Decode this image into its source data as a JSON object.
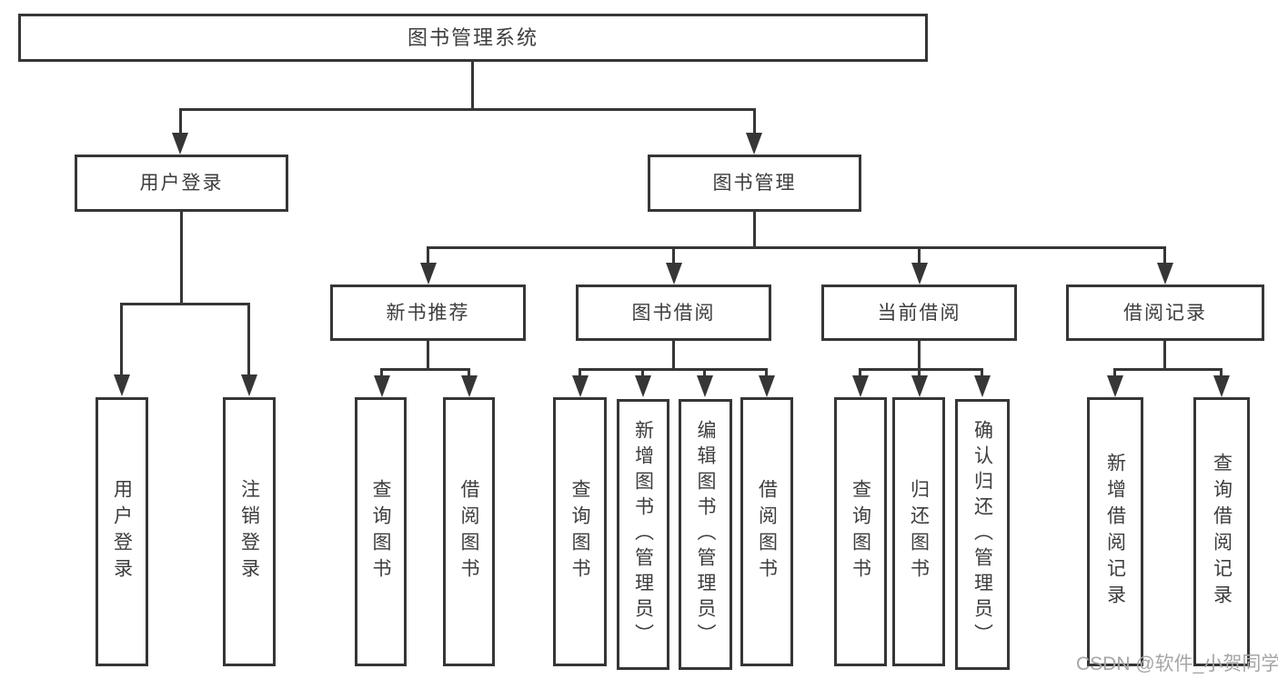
{
  "diagram_title": "图书管理系统",
  "nodes": {
    "root": "图书管理系统",
    "user_login": "用户登录",
    "book_mgmt": "图书管理",
    "new_books": "新书推荐",
    "book_borrow": "图书借阅",
    "current_borrow": "当前借阅",
    "borrow_records": "借阅记录",
    "leaf_user_login": "用户登录",
    "leaf_logout": "注销登录",
    "leaf_nb_query": "查询图书",
    "leaf_nb_borrow": "借阅图书",
    "leaf_bb_query": "查询图书",
    "leaf_bb_add": "新增图书（管理员）",
    "leaf_bb_edit": "编辑图书（管理员）",
    "leaf_bb_borrow": "借阅图书",
    "leaf_cb_query": "查询图书",
    "leaf_cb_return": "归还图书",
    "leaf_cb_confirm": "确认归还（管理员）",
    "leaf_br_add": "新增借阅记录",
    "leaf_br_query": "查询借阅记录"
  },
  "hierarchy": {
    "图书管理系统": {
      "用户登录": [
        "用户登录",
        "注销登录"
      ],
      "图书管理": {
        "新书推荐": [
          "查询图书",
          "借阅图书"
        ],
        "图书借阅": [
          "查询图书",
          "新增图书（管理员）",
          "编辑图书（管理员）",
          "借阅图书"
        ],
        "当前借阅": [
          "查询图书",
          "归还图书",
          "确认归还（管理员）"
        ],
        "借阅记录": [
          "新增借阅记录",
          "查询借阅记录"
        ]
      }
    }
  },
  "watermark": "CSDN @软件_小贺同学",
  "colors": {
    "line": "#363636",
    "text": "#3d3d3d",
    "background": "#ffffff",
    "watermark": "#a6a6a6"
  }
}
